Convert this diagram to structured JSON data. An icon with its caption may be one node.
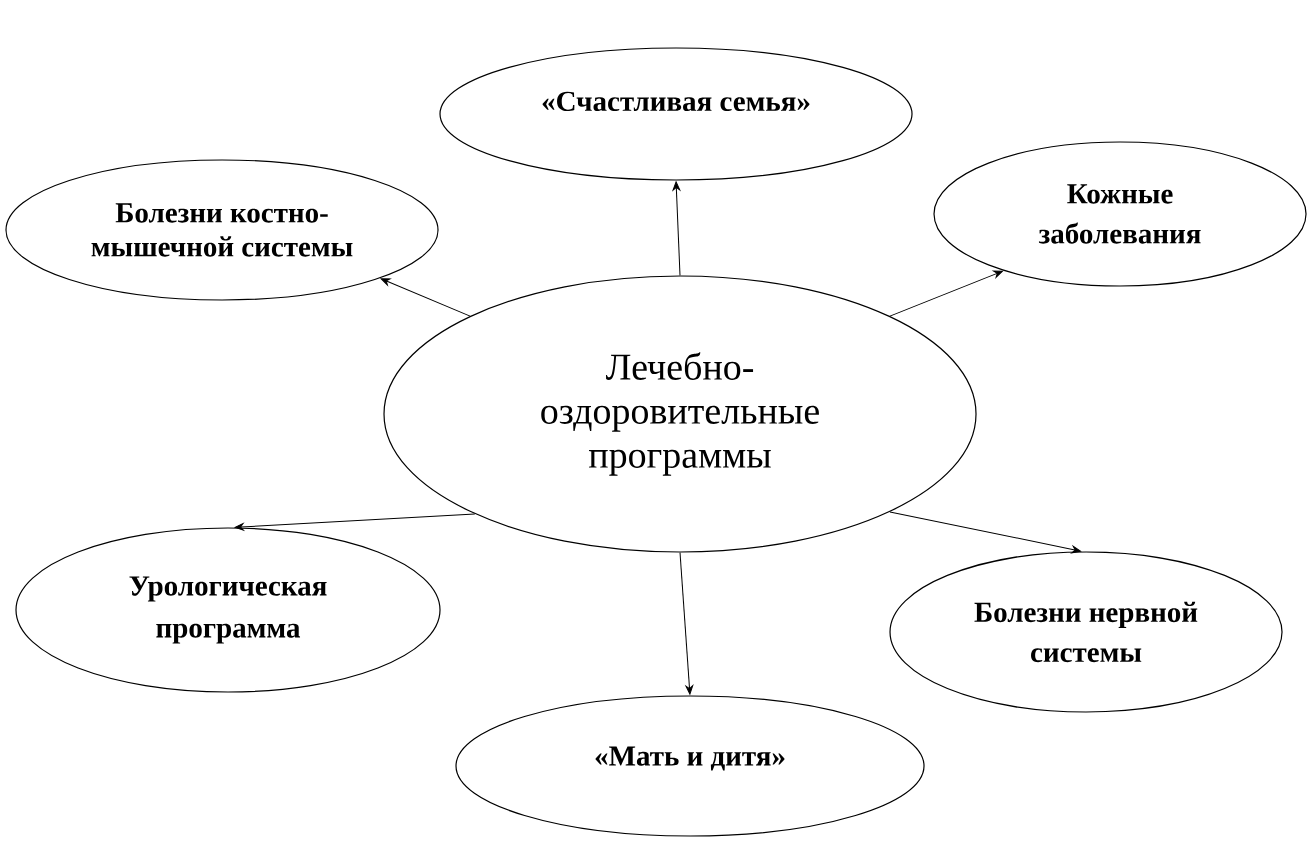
{
  "diagram": {
    "nodes": [
      {
        "text": [
          "«Счастливая семья»"
        ]
      },
      {
        "text": [
          "Болезни костно-мышечной системы"
        ]
      },
      {
        "text": [
          "Кожные заболевания"
        ]
      },
      {
        "text": [
          "Лечебно-оздоровительные программы"
        ]
      },
      {
        "text": [
          "Урологическая программа"
        ]
      },
      {
        "text": [
          "Болезни нервной системы"
        ]
      },
      {
        "text": [
          "«Мать и дитя»"
        ]
      }
    ],
    "edges": [
      {
        "from": 3,
        "to": 0,
        "arrow": "to"
      },
      {
        "from": 3,
        "to": 1,
        "arrow": "to"
      },
      {
        "from": 3,
        "to": 2,
        "arrow": "to"
      },
      {
        "from": 3,
        "to": 4,
        "arrow": "to"
      },
      {
        "from": 3,
        "to": 5,
        "arrow": "to"
      },
      {
        "from": 3,
        "to": 6,
        "arrow": "to"
      }
    ]
  }
}
